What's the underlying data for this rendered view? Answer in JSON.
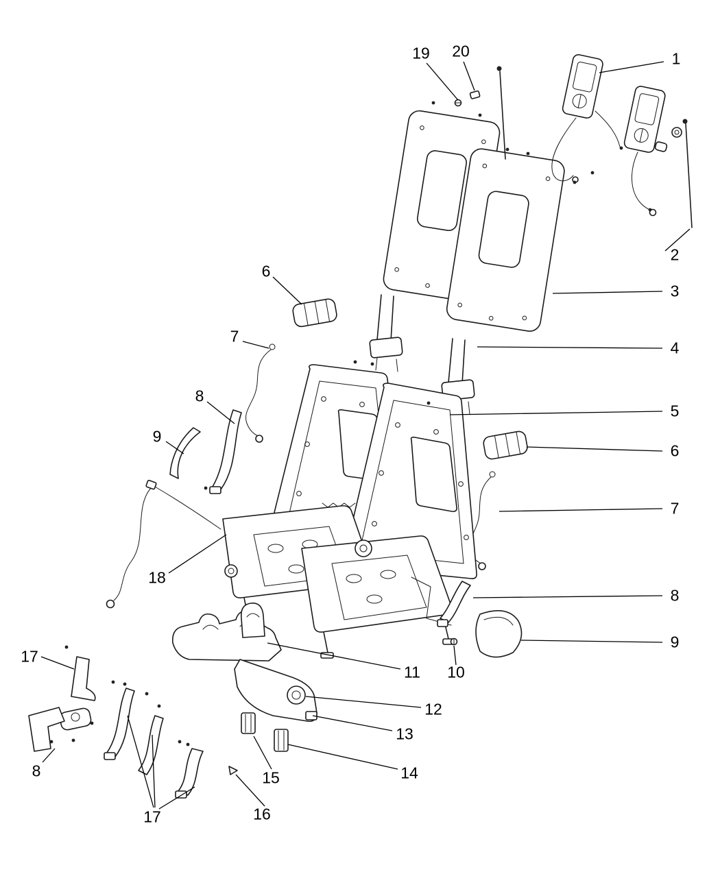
{
  "diagram": {
    "background_color": "#ffffff",
    "line_color": "#1a1a1a"
  },
  "callouts": {
    "items": [
      {
        "label": "19"
      },
      {
        "label": "20"
      },
      {
        "label": "1"
      },
      {
        "label": "2"
      },
      {
        "label": "3"
      },
      {
        "label": "4"
      },
      {
        "label": "5"
      },
      {
        "label": "6"
      },
      {
        "label": "7"
      },
      {
        "label": "8"
      },
      {
        "label": "9"
      },
      {
        "label": "6"
      },
      {
        "label": "7"
      },
      {
        "label": "8"
      },
      {
        "label": "9"
      },
      {
        "label": "18"
      },
      {
        "label": "17"
      },
      {
        "label": "8"
      },
      {
        "label": "17"
      },
      {
        "label": "16"
      },
      {
        "label": "15"
      },
      {
        "label": "14"
      },
      {
        "label": "13"
      },
      {
        "label": "12"
      },
      {
        "label": "11"
      },
      {
        "label": "10"
      }
    ]
  }
}
